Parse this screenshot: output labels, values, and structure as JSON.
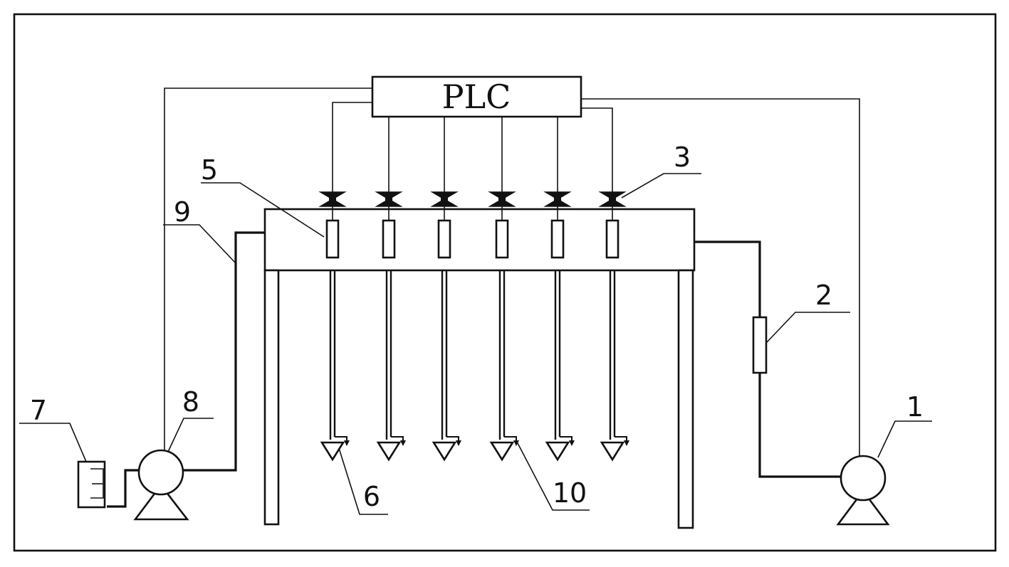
{
  "controller": {
    "label": "PLC"
  },
  "labels": {
    "pump_right": "1",
    "flowmeter": "2",
    "valve": "3",
    "nozzle_tube": "5",
    "nozzle": "6",
    "tank": "7",
    "pump_left": "8",
    "pipe": "9",
    "outlet": "10"
  },
  "branch_count": 6
}
